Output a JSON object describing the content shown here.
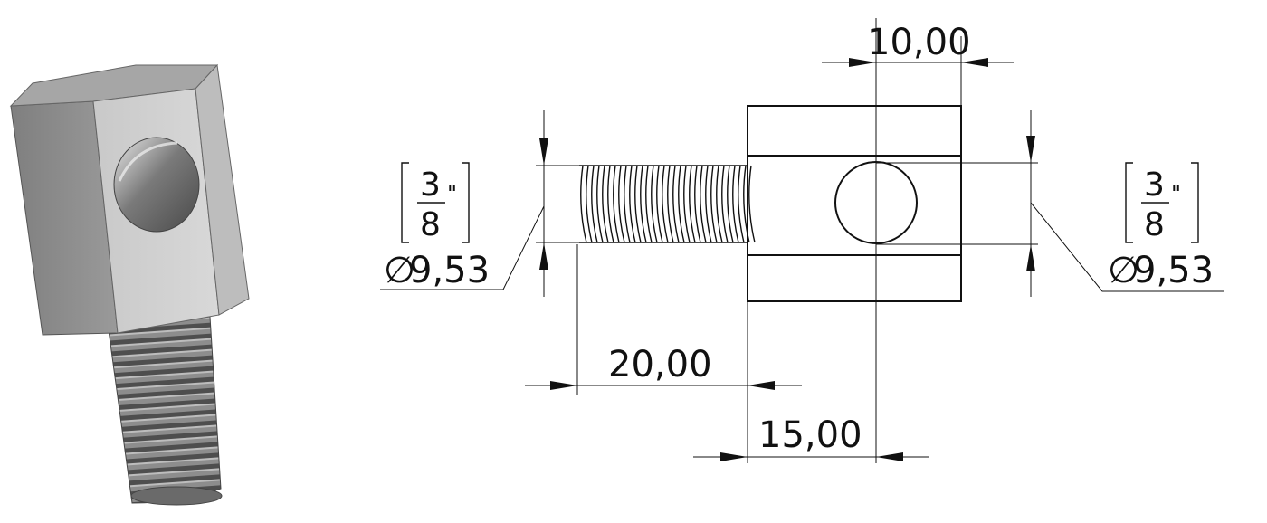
{
  "colors": {
    "line": "#111111",
    "thin": "#333333",
    "part_front_light": "#cfcfcf",
    "part_front_mid": "#bdbdbd",
    "part_side": "#8a8a8a",
    "part_top": "#a9a9a9",
    "thread_dark": "#555555",
    "thread_light": "#9a9a9a"
  },
  "iso_view": {
    "icon": "threaded-eye-bolt-3d-icon"
  },
  "drawing": {
    "dim_top_width": "10,00",
    "dim_thread_length": "20,00",
    "dim_center_offset": "15,00",
    "left_callout": {
      "numerator": "3",
      "denominator": "8",
      "inch_mark": "\"",
      "diameter_symbol": "∅",
      "diameter_value": "9,53"
    },
    "right_callout": {
      "numerator": "3",
      "denominator": "8",
      "inch_mark": "\"",
      "diameter_symbol": "∅",
      "diameter_value": "9,53"
    }
  }
}
